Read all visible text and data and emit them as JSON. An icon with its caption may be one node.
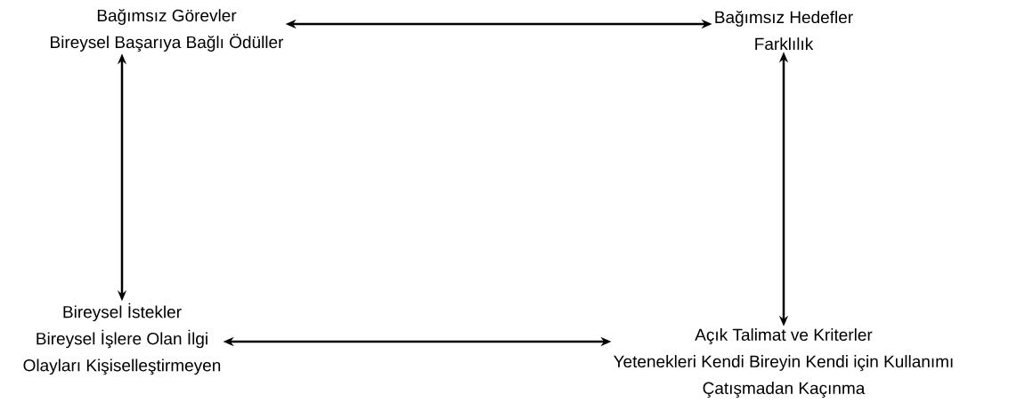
{
  "diagram": {
    "nodes": [
      {
        "text": [
          "Bağımsız Görevler",
          "Bireysel Başarıya Bağlı Ödüller"
        ]
      },
      {
        "text": [
          "Bağımsız Hedefler",
          "Farklılık"
        ]
      },
      {
        "text": [
          "Bireysel İstekler",
          "Bireysel İşlere Olan İlgi",
          "Olayları Kişiselleştirmeyen"
        ]
      },
      {
        "text": [
          "Açık Talimat ve Kriterler",
          "Yetenekleri Kendi Bireyin Kendi için Kullanımı",
          "Çatışmadan Kaçınma"
        ]
      }
    ],
    "edges": [
      {
        "from": 0,
        "to": 1,
        "arrow": "both"
      },
      {
        "from": 0,
        "to": 2,
        "arrow": "both"
      },
      {
        "from": 1,
        "to": 3,
        "arrow": "both"
      },
      {
        "from": 2,
        "to": 3,
        "arrow": "both"
      }
    ]
  }
}
